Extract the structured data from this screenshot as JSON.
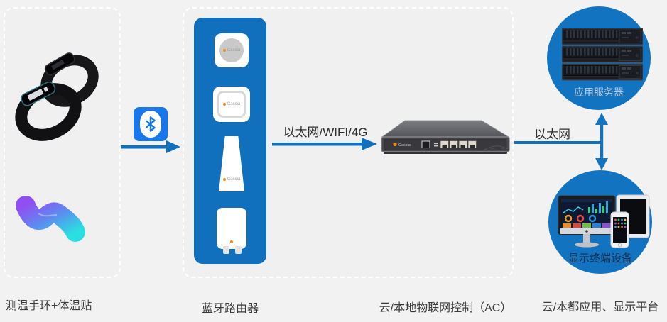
{
  "brand": "Cassia",
  "nodes": {
    "wearables": {
      "caption": "测温手环+体温贴"
    },
    "bluetooth_routers": {
      "caption": "蓝牙路由器"
    },
    "iot_controller": {
      "caption": "云/本地物联网控制（AC）"
    },
    "cloud_platform": {
      "caption": "云/本都应用、显示平台"
    },
    "app_server": {
      "label": "应用服务器"
    },
    "display_terminals": {
      "label": "显示终端设备"
    }
  },
  "links": {
    "bluetooth": {
      "icon": "bluetooth"
    },
    "eth_wifi_4g": {
      "label": "以太网/WIFI/4G"
    },
    "ethernet": {
      "label": "以太网"
    }
  },
  "colors": {
    "background": "#f2f2f3",
    "panel_blue": "#1170bd",
    "circle_blue": "#1273c0",
    "bluetooth_blue": "#1878eb",
    "arrow_blue": "#1170bd",
    "text": "#3b3b3b",
    "app_server_label": "#b9c8dc",
    "display_terminals_label": "#16314e",
    "brand_orange": "#f08c1e"
  }
}
